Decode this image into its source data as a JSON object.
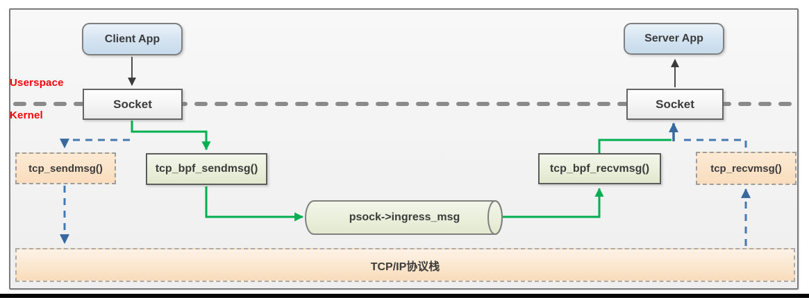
{
  "diagram": {
    "labels": {
      "userspace": "Userspace",
      "kernel": "Kernel"
    },
    "nodes": {
      "client_app": "Client App",
      "server_app": "Server App",
      "socket_left": "Socket",
      "socket_right": "Socket",
      "tcp_sendmsg": "tcp_sendmsg()",
      "tcp_bpf_sendmsg": "tcp_bpf_sendmsg()",
      "tcp_bpf_recvmsg": "tcp_bpf_recvmsg()",
      "tcp_recvmsg": "tcp_recvmsg()",
      "ingress_queue": "psock->ingress_msg",
      "tcpip_stack": "TCP/IP协议栈"
    },
    "flows": [
      {
        "from": "Client App",
        "to": "Socket (left)",
        "style": "solid-black"
      },
      {
        "from": "Socket (left)",
        "to": "tcp_bpf_sendmsg()",
        "style": "solid-green"
      },
      {
        "from": "Socket (left)",
        "to": "tcp_sendmsg()",
        "style": "dashed-blue"
      },
      {
        "from": "tcp_sendmsg()",
        "to": "TCP/IP协议栈",
        "style": "dashed-blue"
      },
      {
        "from": "tcp_bpf_sendmsg()",
        "to": "psock->ingress_msg",
        "style": "solid-green"
      },
      {
        "from": "psock->ingress_msg",
        "to": "tcp_bpf_recvmsg()",
        "style": "solid-green"
      },
      {
        "from": "tcp_bpf_recvmsg()",
        "to": "Socket (right)",
        "style": "solid-green"
      },
      {
        "from": "TCP/IP协议栈",
        "to": "tcp_recvmsg()",
        "style": "dashed-blue"
      },
      {
        "from": "tcp_recvmsg()",
        "to": "Socket (right)",
        "style": "dashed-blue"
      },
      {
        "from": "Socket (right)",
        "to": "Server App",
        "style": "solid-black"
      }
    ],
    "colors": {
      "bpf_path_green": "#00b050",
      "legacy_path_blue": "#4478b4",
      "plain_arrow_black": "#3a3a3a",
      "boundary_dash_gray": "#8a8a8a",
      "label_red": "#fb0007",
      "app_fill_blue": "#d3e3f0",
      "fallback_fill_orange": "#f9ddbd",
      "bpf_fill_green": "#e9eed9",
      "stack_fill_orange": "#fae3c8"
    }
  }
}
